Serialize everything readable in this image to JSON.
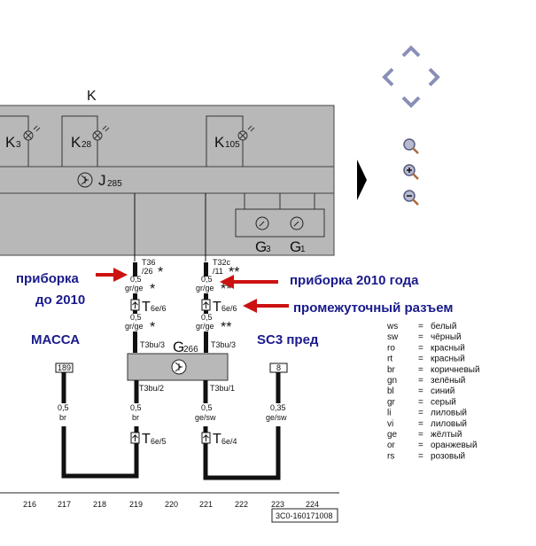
{
  "diagram": {
    "cluster_label": "K",
    "lamps": [
      {
        "letter": "K",
        "sub": "3"
      },
      {
        "letter": "K",
        "sub": "28"
      },
      {
        "letter": "K",
        "sub": "105"
      }
    ],
    "control_unit": {
      "letter": "J",
      "sub": "285"
    },
    "gauges": [
      {
        "letter": "G",
        "sub": "3"
      },
      {
        "letter": "G",
        "sub": "1"
      }
    ],
    "sensor": {
      "letter": "G",
      "sub": "266"
    },
    "left_wire": {
      "connector_top": "T36",
      "connector_top_pin": "/26",
      "mark": "*",
      "size1": "0,5",
      "color1": "gr/ge",
      "mark2": "*",
      "inter_connector": "T",
      "inter_sub": "6e/6",
      "size2": "0,5",
      "color2": "gr/ge",
      "mark3": "*",
      "sensor_pin": "T3bu/3"
    },
    "right_wire": {
      "connector_top": "T32c",
      "connector_top_pin": "/11",
      "mark": "**",
      "size1": "0,5",
      "color1": "gr/ge",
      "mark2": "**",
      "inter_connector": "T",
      "inter_sub": "6e/6",
      "size2": "0,5",
      "color2": "gr/ge",
      "mark3": "**",
      "sensor_pin": "T3bu/3"
    },
    "ground_wire": {
      "ref": "189",
      "size": "0,5",
      "color": "br",
      "pin": "T3bu/2",
      "size_b": "0,5",
      "color_b": "br",
      "inter": "T",
      "inter_sub": "6e/5"
    },
    "signal_wire": {
      "ref": "8",
      "size": "0,35",
      "color": "ge/sw",
      "pin": "T3bu/1",
      "size_b": "0,5",
      "color_b": "ge/sw",
      "inter": "T",
      "inter_sub": "6e/4"
    },
    "scale": [
      "216",
      "217",
      "218",
      "219",
      "220",
      "221",
      "222",
      "223",
      "224"
    ],
    "drawing_id": "3C0-160171008"
  },
  "annotations": {
    "old_cluster_line1": "приборка",
    "old_cluster_line2": "до 2010",
    "new_cluster": "приборка 2010 года",
    "intermediate": "промежуточный разъем",
    "ground": "МАССА",
    "sc3": "SC3 пред",
    "arrow_color": "#cc1111",
    "text_color": "#1a1a8c"
  },
  "legend": [
    {
      "code": "ws",
      "eq": "=",
      "name": "белый"
    },
    {
      "code": "sw",
      "eq": "=",
      "name": "чёрный"
    },
    {
      "code": "ro",
      "eq": "=",
      "name": "красный"
    },
    {
      "code": "rt",
      "eq": "=",
      "name": "красный"
    },
    {
      "code": "br",
      "eq": "=",
      "name": "коричневый"
    },
    {
      "code": "gn",
      "eq": "=",
      "name": "зелёный"
    },
    {
      "code": "bl",
      "eq": "=",
      "name": "синий"
    },
    {
      "code": "gr",
      "eq": "=",
      "name": "серый"
    },
    {
      "code": "li",
      "eq": "=",
      "name": "лиловый"
    },
    {
      "code": "vi",
      "eq": "=",
      "name": "лиловый"
    },
    {
      "code": "ge",
      "eq": "=",
      "name": "жёлтый"
    },
    {
      "code": "or",
      "eq": "=",
      "name": "оранжевый"
    },
    {
      "code": "rs",
      "eq": "=",
      "name": "розовый"
    }
  ],
  "nav": [
    "pan-up",
    "pan-left",
    "pan-right",
    "pan-down",
    "zoom-fit",
    "zoom-in",
    "zoom-out",
    "next-page"
  ]
}
